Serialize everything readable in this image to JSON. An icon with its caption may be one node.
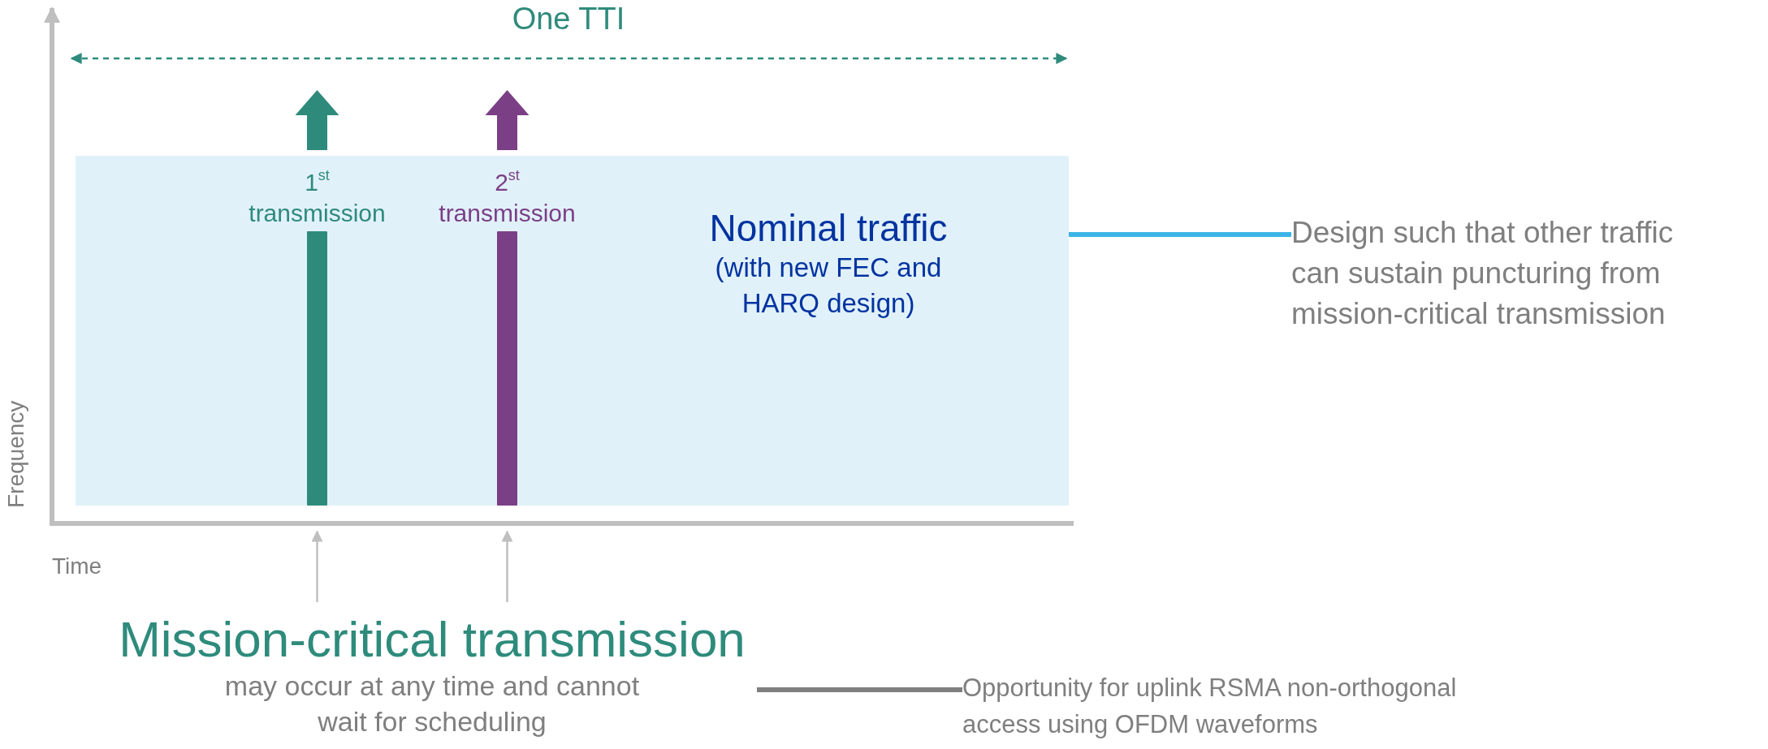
{
  "diagram": {
    "nodes": [
      {
        "text": [],
        "shape": "box"
      },
      {
        "text": [
          "Nominal traffic",
          "(with new FEC and HARQ design)"
        ],
        "in": 0
      },
      {
        "text": [],
        "shape": "bar",
        "in": 0,
        "beside": [
          "1$^{st}$ transmission"
        ]
      },
      {
        "text": [],
        "shape": "bar",
        "in": 0,
        "beside": [
          "2$^{st}$ transmission"
        ]
      },
      {
        "text": [
          "Design such that other traffic can sustain puncturing from mission-critical transmission"
        ]
      },
      {
        "text": [
          "Mission-critical transmission",
          "may occur at any time and cannot wait for scheduling"
        ]
      },
      {
        "text": [
          "Opportunity for uplink RSMA non-orthogonal access using OFDM waveforms"
        ]
      }
    ],
    "edges": [
      {
        "from": 1,
        "to": 4,
        "arrow": "none",
        "style": "thick",
        "color": "#3bb5e6"
      },
      {
        "from": 5,
        "to": 2,
        "arrow": "to"
      },
      {
        "from": 5,
        "to": 3,
        "arrow": "to"
      },
      {
        "from": 5,
        "to": 6,
        "arrow": "none",
        "style": "thick",
        "color": "#7f7f7f"
      }
    ],
    "labels": [
      "One TTI",
      "Frequency",
      "Time"
    ]
  }
}
